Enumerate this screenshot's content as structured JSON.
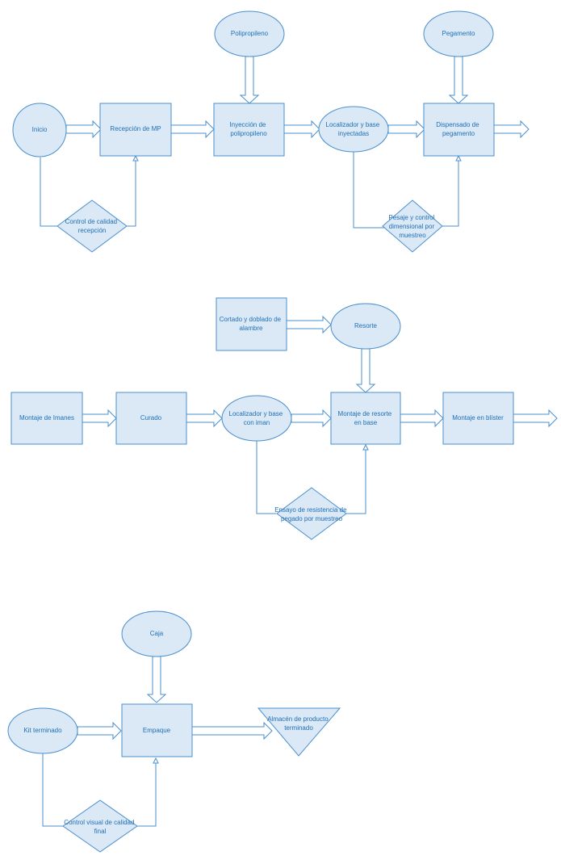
{
  "nodes": {
    "inicio": "Inicio",
    "recepcion_mp": "Recepción de MP",
    "control_recepcion": [
      "Control de calidad",
      "recepción"
    ],
    "polipropileno": "Polipropileno",
    "inyeccion": [
      "Inyección de",
      "polipropileno"
    ],
    "localizador_inyectadas": [
      "Localizador y base",
      "inyectadas"
    ],
    "pesaje": [
      "Pesaje y control",
      "dimensional por",
      "muestreo"
    ],
    "pegamento": "Pegamento",
    "dispensado": [
      "Dispensado de",
      "pegamento"
    ],
    "cortado": [
      "Cortado y doblado de",
      "alambre"
    ],
    "resorte": "Resorte",
    "montaje_imanes": "Montaje de Imanes",
    "curado": "Curado",
    "localizador_iman": [
      "Localizador y base",
      "con iman"
    ],
    "montaje_resorte": [
      "Montaje de resorte",
      "en base"
    ],
    "montaje_blister": "Montaje en blíster",
    "ensayo": [
      "Ensayo de resistencia de",
      "pegado por muestreo"
    ],
    "caja": "Caja",
    "kit": "Kit terminado",
    "empaque": "Empaque",
    "almacen": [
      "Almacén de producto",
      "terminado"
    ],
    "control_visual": [
      "Control visual de calidad",
      "final"
    ]
  },
  "colors": {
    "fill": "#dbe9f7",
    "stroke": "#4a8fcd",
    "text": "#1f6fb2"
  }
}
